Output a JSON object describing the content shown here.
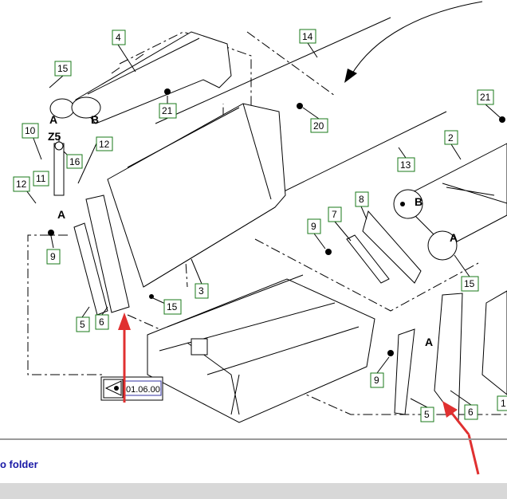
{
  "callouts": [
    "1",
    "2",
    "3",
    "4",
    "5",
    "5",
    "6",
    "6",
    "7",
    "8",
    "9",
    "9",
    "9",
    "10",
    "11",
    "12",
    "12",
    "13",
    "14",
    "15",
    "15",
    "15",
    "16",
    "20",
    "21",
    "21"
  ],
  "letters": {
    "detail_a": "A",
    "detail_b": "B",
    "zone": "Z5"
  },
  "reference": {
    "page_code": "01.06.00",
    "icon": "eye-icon"
  },
  "footer": {
    "link_label": "o folder"
  },
  "colors": {
    "callout_border": "#1a7a1a",
    "arrow": "#e03030",
    "link": "#1a1aa6",
    "divider": "#9a9a9a",
    "bottom_bar": "#d8d8d8"
  }
}
